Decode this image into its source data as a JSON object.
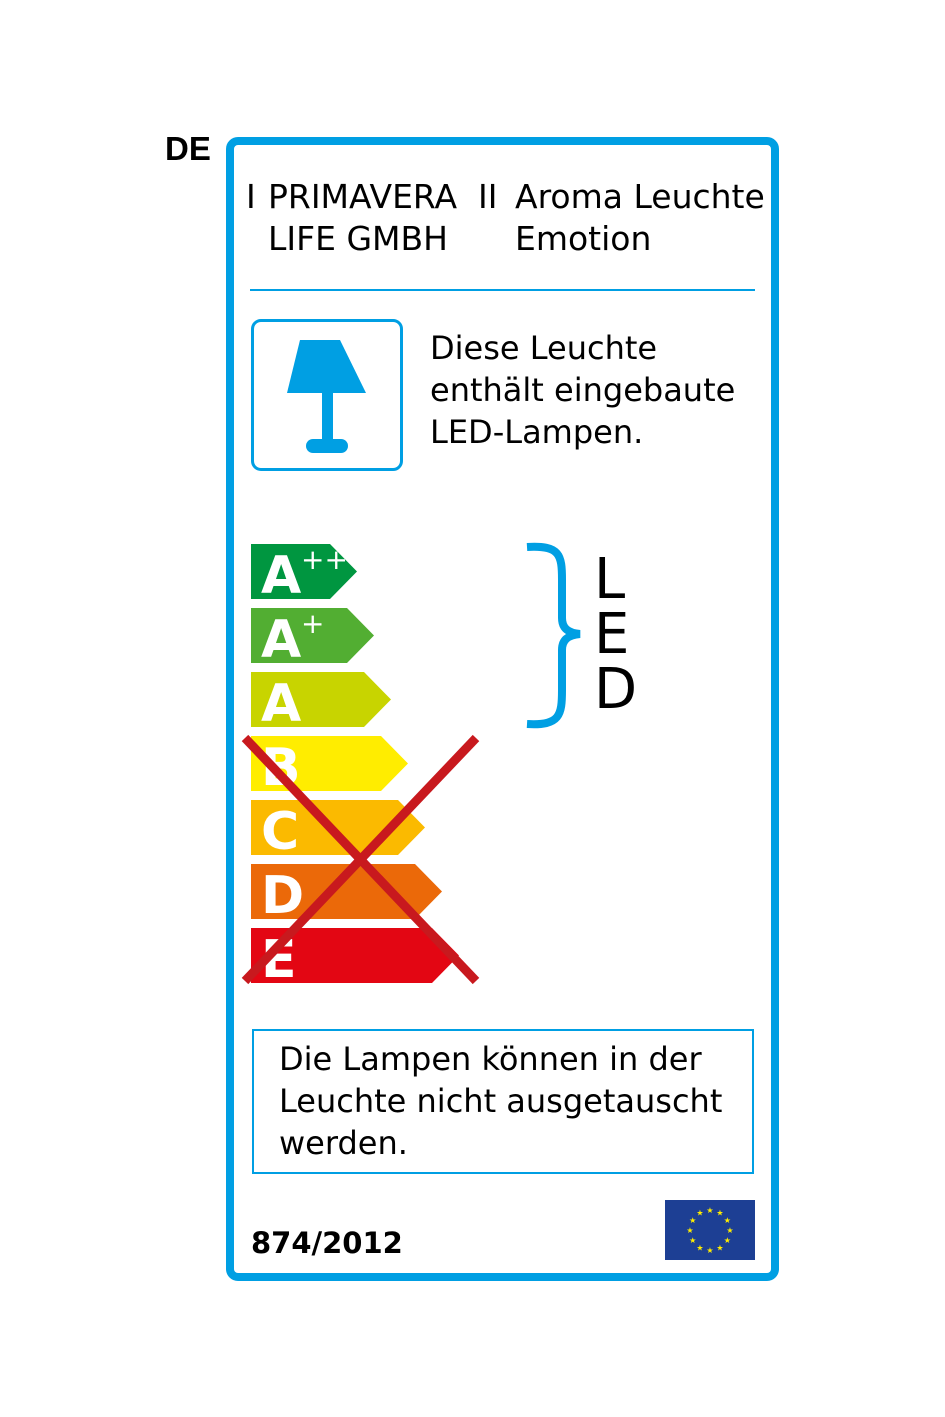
{
  "language_code": "DE",
  "supplier": {
    "marker": "I",
    "line1": "PRIMAVERA",
    "line2": "LIFE GMBH"
  },
  "model": {
    "marker": "II",
    "line1": "Aroma Leuchte",
    "line2": "Emotion"
  },
  "icon": "table-lamp-icon",
  "statement": [
    "Diese Leuchte",
    "enthält eingebaute",
    "LED-Lampen."
  ],
  "energy_classes": [
    {
      "label": "A",
      "sup": "++",
      "color": "#009640",
      "compatible": true
    },
    {
      "label": "A",
      "sup": "+",
      "color": "#52ae32",
      "compatible": true
    },
    {
      "label": "A",
      "sup": "",
      "color": "#c8d400",
      "compatible": true
    },
    {
      "label": "B",
      "sup": "",
      "color": "#ffed00",
      "compatible": false
    },
    {
      "label": "C",
      "sup": "",
      "color": "#fbba00",
      "compatible": false
    },
    {
      "label": "D",
      "sup": "",
      "color": "#eb6909",
      "compatible": false
    },
    {
      "label": "E",
      "sup": "",
      "color": "#e30613",
      "compatible": false
    }
  ],
  "lamp_type": [
    "L",
    "E",
    "D"
  ],
  "notice": [
    "Die Lampen können in der",
    "Leuchte nicht ausgetauscht",
    "werden."
  ],
  "regulation": "874/2012",
  "colors": {
    "frame": "#009fe3",
    "cross": "#c8191e",
    "eu_blue": "#1d3f94",
    "eu_star": "#ffed00"
  }
}
